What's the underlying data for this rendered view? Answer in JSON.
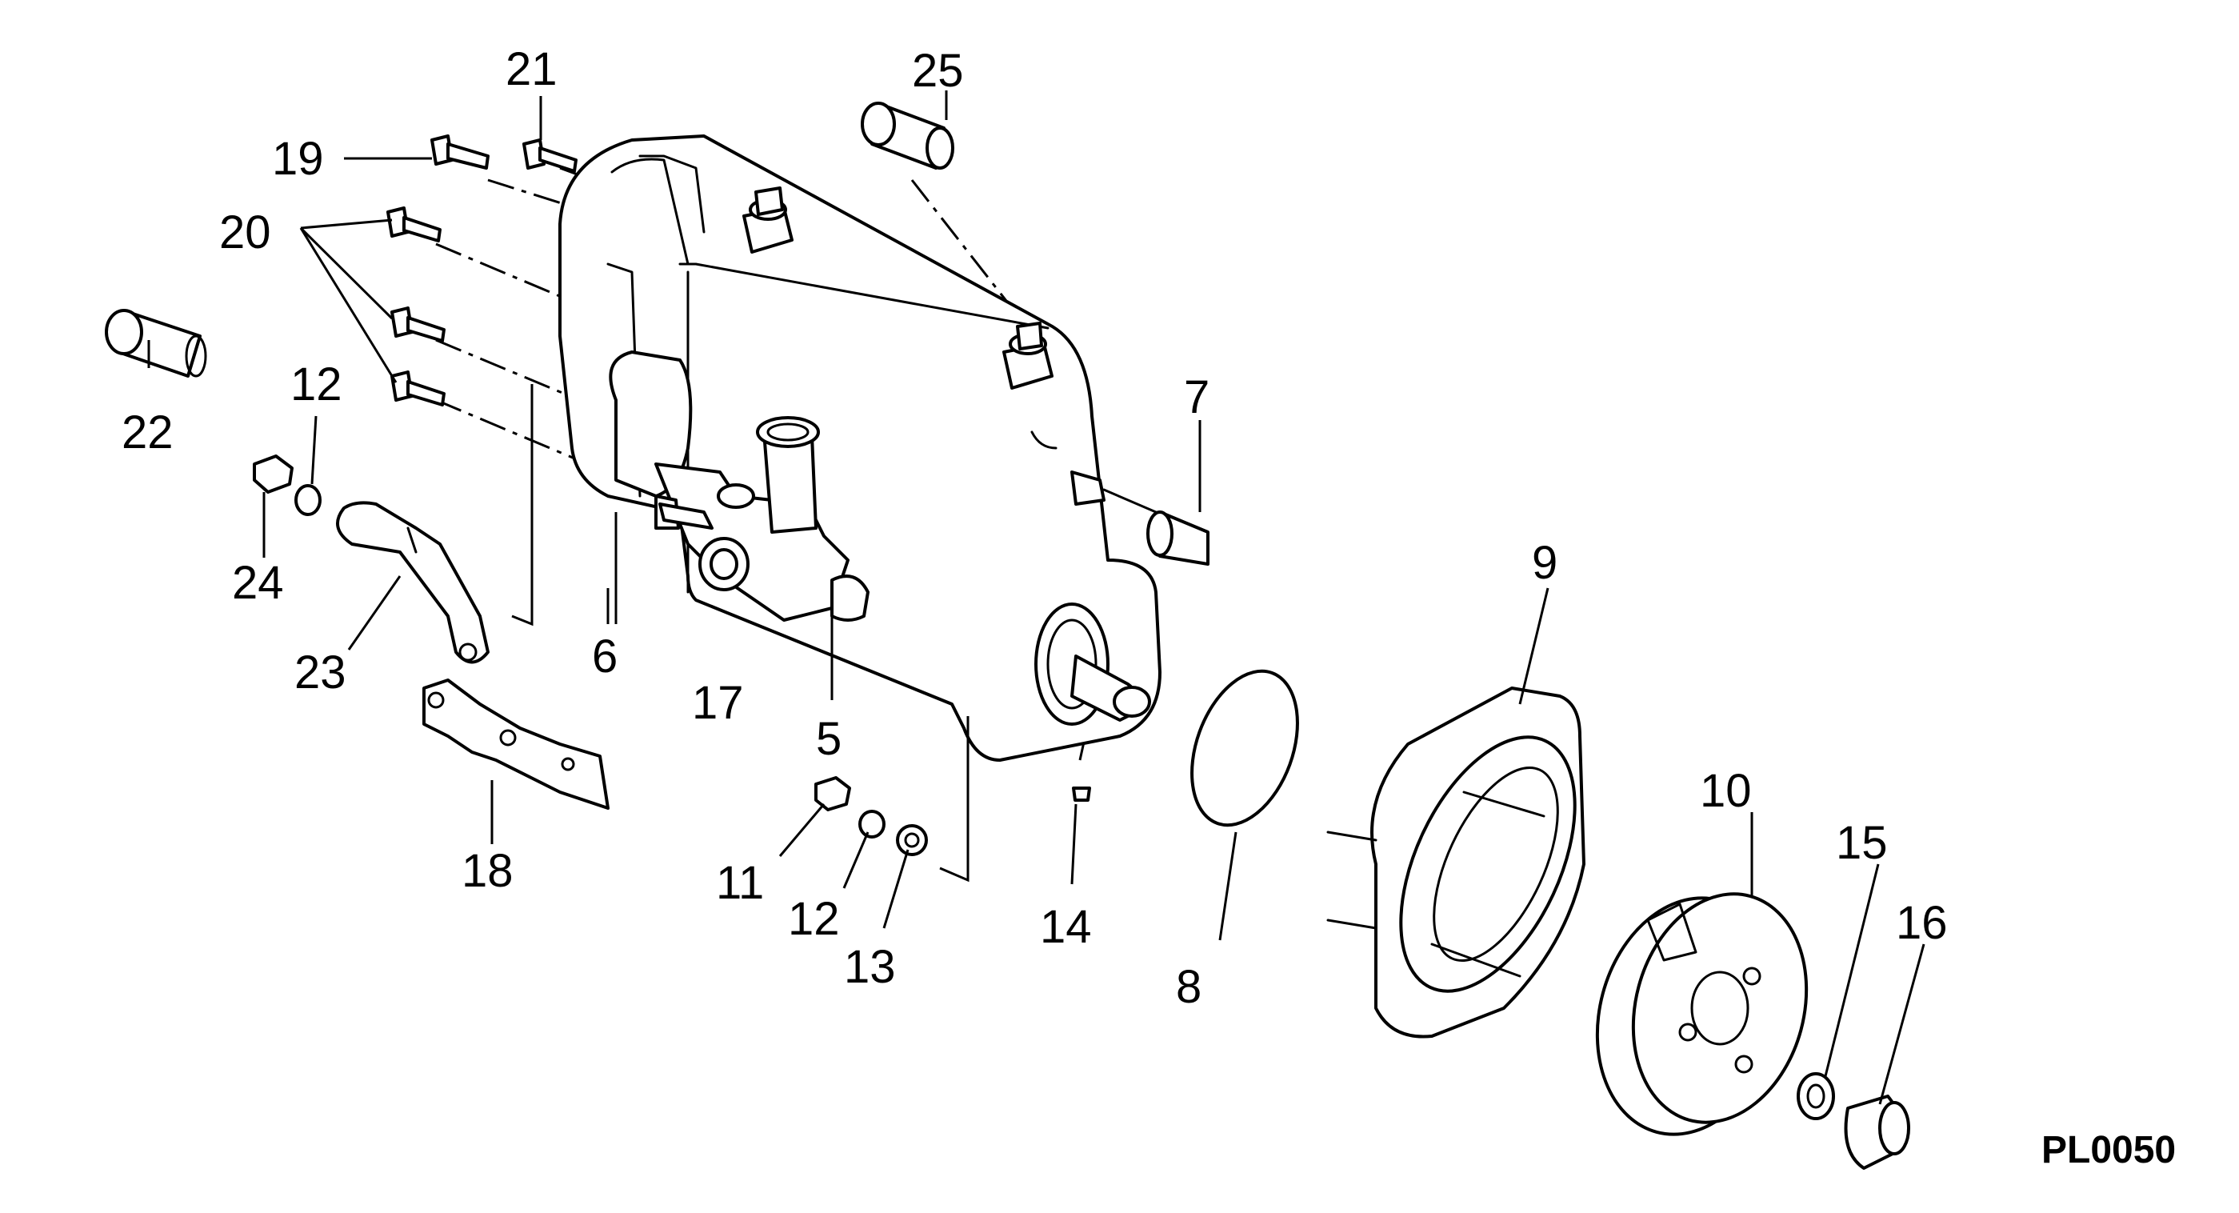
{
  "drawing": {
    "code": "PL0050",
    "callouts": {
      "c5": "5",
      "c6": "6",
      "c7": "7",
      "c8": "8",
      "c9": "9",
      "c10": "10",
      "c11": "11",
      "c12a": "12",
      "c12b": "12",
      "c13": "13",
      "c14": "14",
      "c15": "15",
      "c16": "16",
      "c17": "17",
      "c18": "18",
      "c19": "19",
      "c20": "20",
      "c21": "21",
      "c22": "22",
      "c23": "23",
      "c24": "24",
      "c25": "25"
    }
  }
}
